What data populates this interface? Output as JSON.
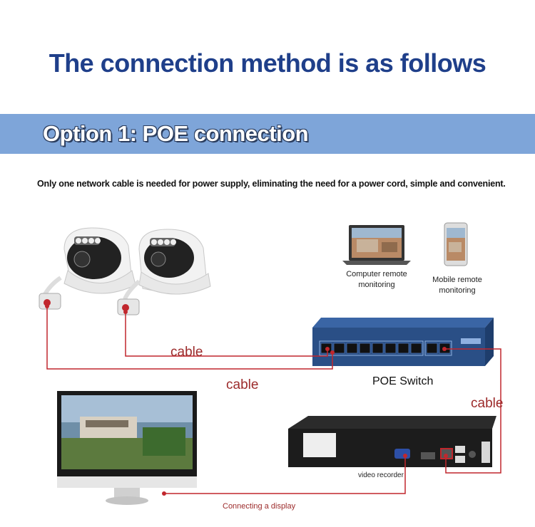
{
  "header": {
    "title": "The connection method is as follows"
  },
  "section": {
    "label": "Option 1: POE connection"
  },
  "description": "Only one network cable is needed for power supply, eliminating the need for a power cord, simple and convenient.",
  "devices": {
    "computer_label_line1": "Computer remote",
    "computer_label_line2": "monitoring",
    "mobile_label": "Mobile remote monitoring",
    "switch_label": "POE Switch",
    "recorder_label": "video recorder",
    "display_label": "Connecting a display"
  },
  "cables": {
    "label_1": "cable",
    "label_2": "cable",
    "label_3": "cable"
  },
  "colors": {
    "title": "#1f3f8a",
    "band": "#7ea5d9",
    "cable": "#c1272d",
    "cable_text": "#9c2b2b",
    "switch_body": "#2a4f86"
  }
}
